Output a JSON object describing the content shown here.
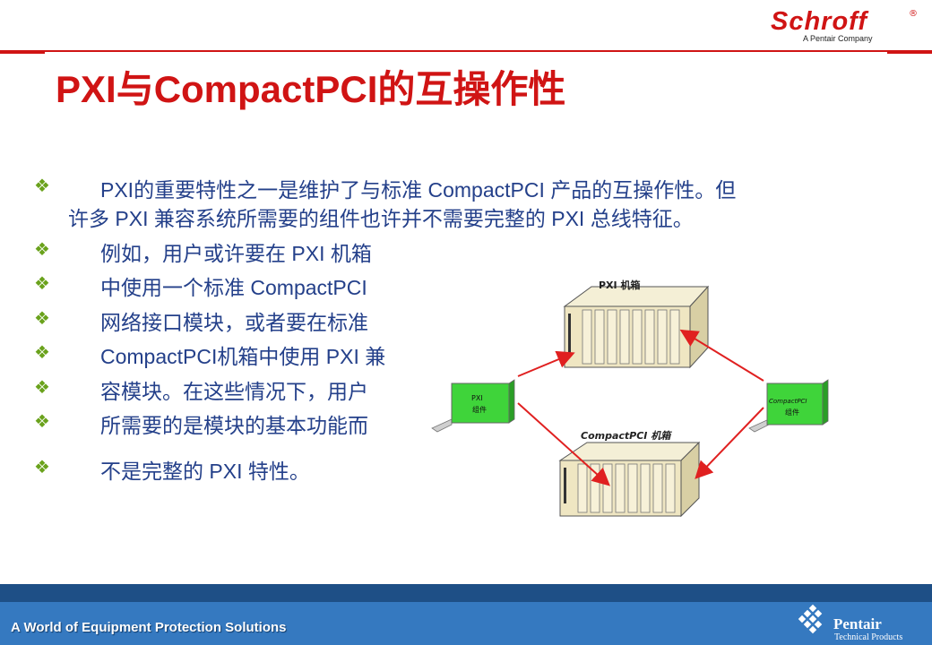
{
  "logo": {
    "brand": "Schroff",
    "registered": "®",
    "tagline": "A Pentair Company"
  },
  "title": "PXI与CompactPCI的互操作性",
  "bullets": [
    {
      "line1": "PXI的重要特性之一是维护了与标准 CompactPCI 产品的互操作性。但",
      "line2": "许多 PXI 兼容系统所需要的组件也许并不需要完整的 PXI 总线特征。"
    },
    {
      "line1": "例如，用户或许要在 PXI 机箱"
    },
    {
      "line1": "中使用一个标准 CompactPCI"
    },
    {
      "line1": "网络接口模块，或者要在标准"
    },
    {
      "line1": "CompactPCI机箱中使用 PXI 兼"
    },
    {
      "line1": "容模块。在这些情况下，用户"
    },
    {
      "line1": "所需要的是模块的基本功能而"
    },
    {
      "line1": "不是完整的 PXI 特性。"
    }
  ],
  "bullet_marker": "❖",
  "diagram": {
    "pxi_chassis_label": "PXI 机箱",
    "cpci_chassis_label": "CompactPCI 机箱",
    "pxi_module_label_1": "PXI",
    "pxi_module_label_2": "组件",
    "cpci_module_label_1": "CompactPCI",
    "cpci_module_label_2": "组件"
  },
  "footer": {
    "slogan": "A World of Equipment Protection Solutions",
    "company": "Pentair",
    "company_sub": "Technical Products"
  },
  "colors": {
    "accent_red": "#d01414",
    "text_blue": "#24408a",
    "bullet_green": "#6aa21c",
    "footer_blue": "#3579c0",
    "footer_dark": "#1e4f86",
    "chassis_beige": "#efe6c2",
    "module_green": "#3fd43a"
  }
}
